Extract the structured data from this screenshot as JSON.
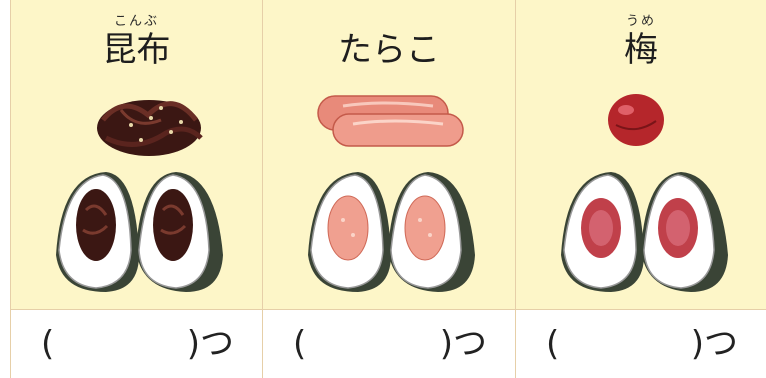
{
  "items": [
    {
      "ruby": "こんぶ",
      "title": "昆布",
      "paren_open": "(",
      "paren_close": ")つ"
    },
    {
      "ruby": "",
      "title": "たらこ",
      "paren_open": "(",
      "paren_close": ")つ"
    },
    {
      "ruby": "うめ",
      "title": "梅",
      "paren_open": "(",
      "paren_close": ")つ"
    }
  ],
  "colors": {
    "panel_bg": "#fdf6c8",
    "border": "#e6cfa8",
    "kombu": "#4a1f1a",
    "tarako": "#e88a7a",
    "ume": "#b5262b",
    "nori": "#3a4436"
  }
}
